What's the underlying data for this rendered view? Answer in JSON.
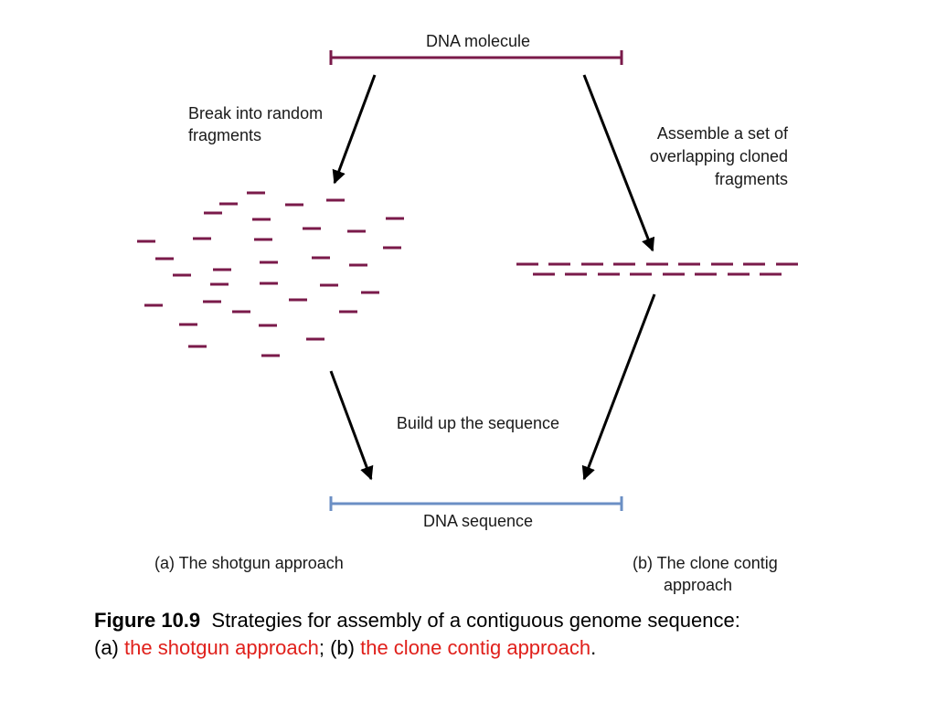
{
  "colors": {
    "fragment": "#7a1a4a",
    "dna_molecule": "#7a1a4a",
    "dna_sequence": "#6b8fc4",
    "arrow": "#000000",
    "highlight": "#e0201b"
  },
  "labels": {
    "dna_molecule": "DNA molecule",
    "break_line1": "Break into random",
    "break_line2": "fragments",
    "assemble_line1": "Assemble a set of",
    "assemble_line2": "overlapping cloned",
    "assemble_line3": "fragments",
    "build_up": "Build up the sequence",
    "dna_sequence": "DNA sequence",
    "approach_a": "(a) The shotgun approach",
    "approach_b_line1": "(b)  The clone contig",
    "approach_b_line2": "approach"
  },
  "caption": {
    "figure_number": "Figure 10.9",
    "text_main": "Strategies for assembly of a contiguous genome sequence:",
    "a_prefix": "(a)",
    "a_highlight": "the shotgun approach",
    "separator": "; (b)",
    "b_highlight": "the clone contig approach",
    "end": "."
  }
}
